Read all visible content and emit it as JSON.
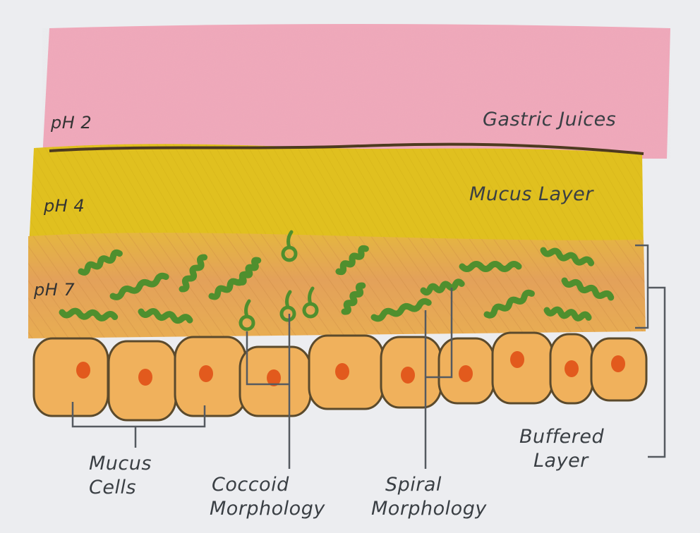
{
  "layers": {
    "gastric": {
      "ph": "pH 2",
      "label": "Gastric Juices",
      "color": "#f1aabb"
    },
    "mucus": {
      "ph": "pH 4",
      "label": "Mucus Layer",
      "color": "#e2c21e"
    },
    "buffered": {
      "ph": "pH 7",
      "color": "#e6a84a"
    }
  },
  "labels": {
    "mucus_cells_line1": "Mucus",
    "mucus_cells_line2": "Cells",
    "coccoid_line1": "Coccoid",
    "coccoid_line2": "Morphology",
    "spiral_line1": "Spiral",
    "spiral_line2": "Morphology",
    "buffered_line1": "Buffered",
    "buffered_line2": "Layer"
  },
  "colors": {
    "cell_fill": "#f0b15c",
    "cell_outline": "#5b4a2c",
    "nucleus": "#e25a1d",
    "bacteria": "#4f8f2e",
    "bracket": "#555a60"
  }
}
